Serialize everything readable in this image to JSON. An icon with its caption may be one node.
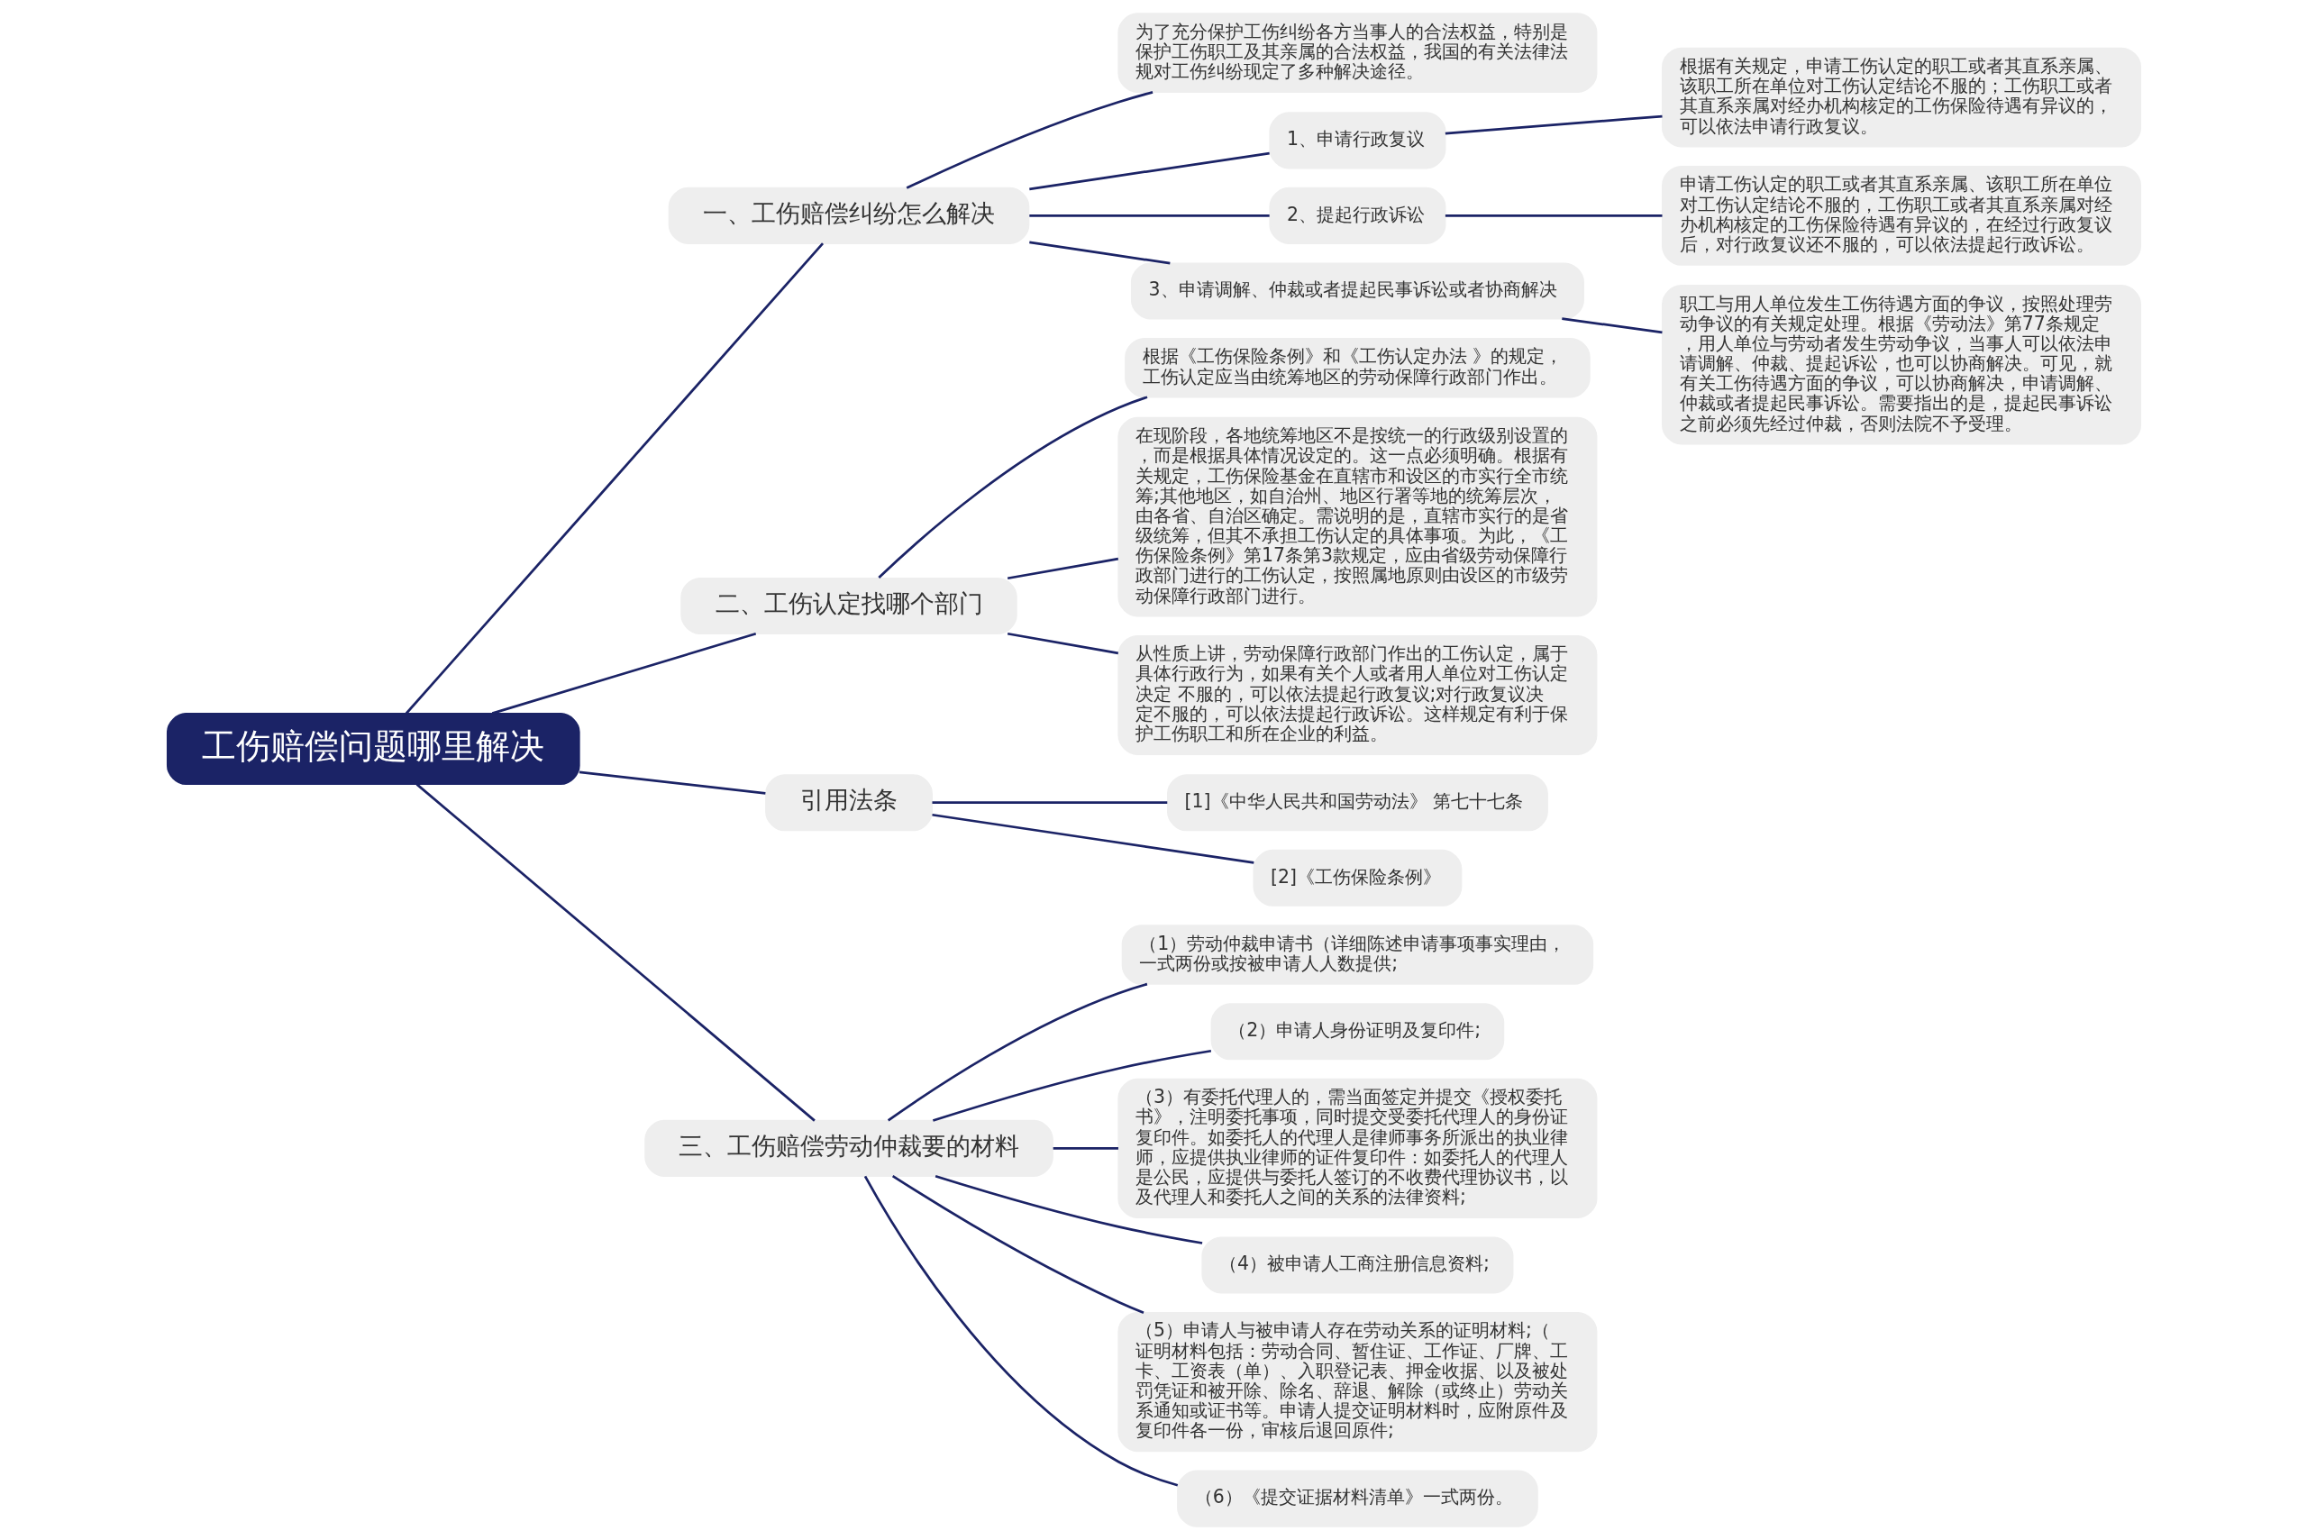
{
  "diagram": {
    "nodes": [
      {
        "text": [
          "工伤赔偿问题哪里解决"
        ]
      },
      {
        "text": [
          "一、工伤赔偿纠纷怎么解决"
        ]
      },
      {
        "text": [
          "为了充分保护工伤纠纷各方当事人的合法权益，特别是保护工伤职工及其亲属的合法权益，我国的有关法律法规对工伤纠纷现定了多种解决途径。"
        ]
      },
      {
        "text": [
          "1、申请行政复议"
        ]
      },
      {
        "text": [
          "根据有关规定，申请工伤认定的职工或者其直系亲属、该职工所在单位对工伤认定结论不服的；工伤职工或者其直系亲属对经办机构核定的工伤保险待遇有异议的，可以依法申请行政复议。"
        ]
      },
      {
        "text": [
          "2、提起行政诉讼"
        ]
      },
      {
        "text": [
          "申请工伤认定的职工或者其直系亲属、该职工所在单位对工伤认定结论不服的，工伤职工或者其直系亲属对经办机构核定的工伤保险待遇有异议的，在经过行政复议后，对行政复议还不服的，可以依法提起行政诉讼。"
        ]
      },
      {
        "text": [
          "3、申请调解、仲裁或者提起民事诉讼或者协商解决"
        ]
      },
      {
        "text": [
          "职工与用人单位发生工伤待遇方面的争议，按照处理劳动争议的有关规定处理。根据《劳动法》第77条规定，用人单位与劳动者发生劳动争议，当事人可以依法申请调解、仲裁、提起诉讼，也可以协商解决。可见，就有关工伤待遇方面的争议，可以协商解决，申请调解、仲裁或者提起民事诉讼。需要指出的是，提起民事诉讼之前必须先经过仲裁，否则法院不予受理。"
        ]
      },
      {
        "text": [
          "二、工伤认定找哪个部门"
        ]
      },
      {
        "text": [
          "根据《工伤保险条例》和《工伤认定办法 》的规定，工伤认定应当由统筹地区的劳动保障行政部门作出。"
        ]
      },
      {
        "text": [
          "在现阶段，各地统筹地区不是按统一的行政级别设置的，而是根据具体情况设定的。这一点必须明确。根据有关规定，工伤保险基金在直辖市和设区的市实行全市统筹;其他地区，如自治州、地区行署等地的统筹层次，由各省、自治区确定。需说明的是，直辖市实行的是省级统筹，但其不承担工伤认定的具体事项。为此，《工伤保险条例》第17条第3款规定，应由省级劳动保障行政部门进行的工伤认定，按照属地原则由设区的市级劳动保障行政部门进行。"
        ]
      },
      {
        "text": [
          "从性质上讲，劳动保障行政部门作出的工伤认定，属于具体行政行为，如果有关个人或者用人单位对工伤认定决定 不服的，可以依法提起行政复议;对行政复议决定不服的，可以依法提起行政诉讼。这样规定有利于保护工伤职工和所在企业的利益。"
        ]
      },
      {
        "text": [
          "引用法条"
        ]
      },
      {
        "text": [
          "[1]《中华人民共和国劳动法》 第七十七条"
        ]
      },
      {
        "text": [
          "[2]《工伤保险条例》"
        ]
      },
      {
        "text": [
          "三、工伤赔偿劳动仲裁要的材料"
        ]
      },
      {
        "text": [
          "（1）劳动仲裁申请书（详细陈述申请事项事实理由，一式两份或按被申请人人数提供;"
        ]
      },
      {
        "text": [
          "（2）申请人身份证明及复印件;"
        ]
      },
      {
        "text": [
          "（3）有委托代理人的，需当面签定并提交《授权委托书》，注明委托事项，同时提交受委托代理人的身份证复印件。如委托人的代理人是律师事务所派出的执业律师，应提供执业律师的证件复印件：如委托人的代理人是公民，应提供与委托人签订的不收费代理协议书，以及代理人和委托人之间的关系的法律资料;"
        ]
      },
      {
        "text": [
          "（4）被申请人工商注册信息资料;"
        ]
      },
      {
        "text": [
          "（5）申请人与被申请人存在劳动关系的证明材料;（证明材料包括：劳动合同、暂住证、工作证、厂牌、工卡、工资表（单）、入职登记表、押金收据、以及被处罚凭证和被开除、除名、辞退、解除（或终止）劳动关系通知或证书等。申请人提交证明材料时，应附原件及复印件各一份，审核后退回原件;"
        ]
      },
      {
        "text": [
          "（6）《提交证据材料清单》一式两份。"
        ]
      }
    ],
    "edges": [
      {
        "from": 0,
        "to": 1,
        "arrow": "none"
      },
      {
        "from": 1,
        "to": 2,
        "arrow": "none"
      },
      {
        "from": 1,
        "to": 3,
        "arrow": "none"
      },
      {
        "from": 3,
        "to": 4,
        "arrow": "none"
      },
      {
        "from": 1,
        "to": 5,
        "arrow": "none"
      },
      {
        "from": 5,
        "to": 6,
        "arrow": "none"
      },
      {
        "from": 1,
        "to": 7,
        "arrow": "none"
      },
      {
        "from": 7,
        "to": 8,
        "arrow": "none"
      },
      {
        "from": 0,
        "to": 9,
        "arrow": "none"
      },
      {
        "from": 9,
        "to": 10,
        "arrow": "none"
      },
      {
        "from": 9,
        "to": 11,
        "arrow": "none"
      },
      {
        "from": 9,
        "to": 12,
        "arrow": "none"
      },
      {
        "from": 0,
        "to": 13,
        "arrow": "none"
      },
      {
        "from": 13,
        "to": 14,
        "arrow": "none"
      },
      {
        "from": 13,
        "to": 15,
        "arrow": "none"
      },
      {
        "from": 0,
        "to": 16,
        "arrow": "none"
      },
      {
        "from": 16,
        "to": 17,
        "arrow": "none"
      },
      {
        "from": 16,
        "to": 18,
        "arrow": "none"
      },
      {
        "from": 16,
        "to": 19,
        "arrow": "none"
      },
      {
        "from": 16,
        "to": 20,
        "arrow": "none"
      },
      {
        "from": 16,
        "to": 21,
        "arrow": "none"
      },
      {
        "from": 16,
        "to": 22,
        "arrow": "none"
      }
    ]
  }
}
